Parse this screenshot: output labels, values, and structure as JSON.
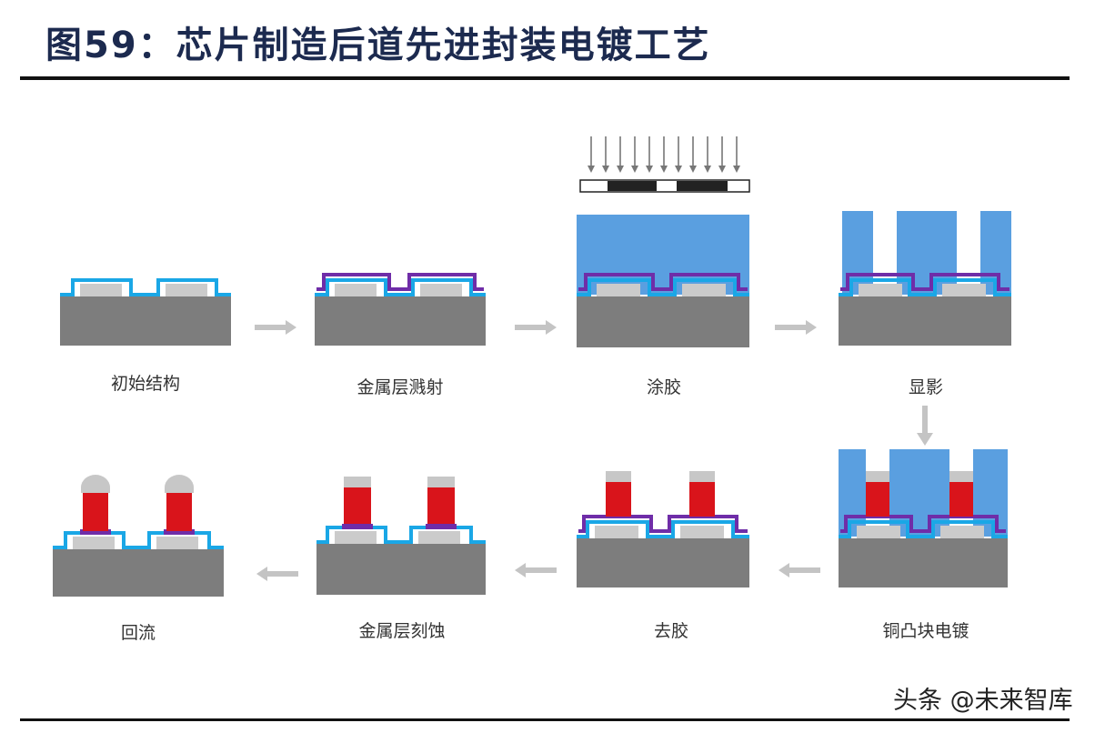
{
  "title": "图59：芯片制造后道先进封装电镀工艺",
  "watermark": "头条 @未来智库",
  "steps": [
    {
      "label": "初始结构"
    },
    {
      "label": "金属层溅射"
    },
    {
      "label": "涂胶"
    },
    {
      "label": "显影"
    },
    {
      "label": "铜凸块电镀"
    },
    {
      "label": "去胶"
    },
    {
      "label": "金属层刻蚀"
    },
    {
      "label": "回流"
    }
  ],
  "colors": {
    "substrate": "#7d7d7d",
    "pad": "#cbcbcb",
    "passivation": "#1aa7e6",
    "seed_metal": "#6f2da8",
    "photoresist": "#5a9fe0",
    "copper": "#d9141b",
    "solder": "#c7c7c7",
    "arrow": "#c4c4c4",
    "title": "#1c2a4f"
  }
}
